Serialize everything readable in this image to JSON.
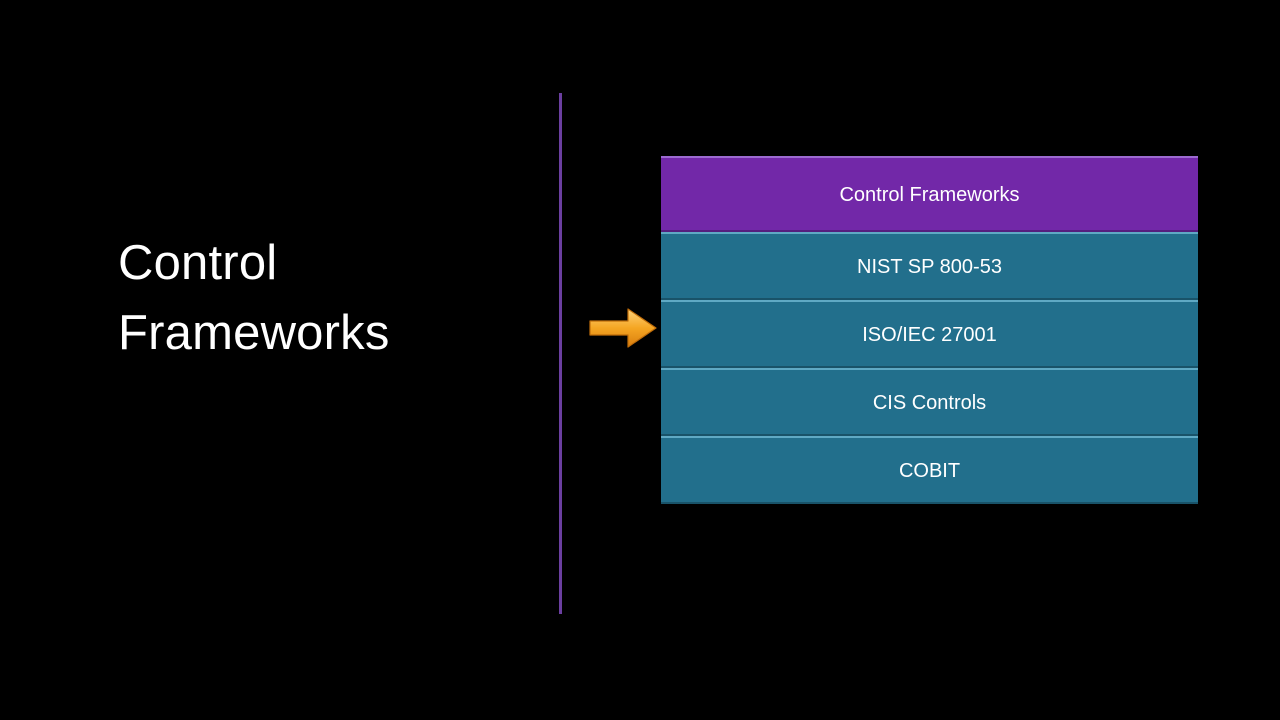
{
  "slide": {
    "title_line1": "Control",
    "title_line2": "Frameworks"
  },
  "diagram": {
    "header": "Control Frameworks",
    "items": [
      "NIST SP 800-53",
      "ISO/IEC 27001",
      "CIS Controls",
      "COBIT"
    ],
    "highlighted_item": "ISO/IEC 27001",
    "pointer_icon": "right-arrow-icon"
  },
  "colors": {
    "background": "#000000",
    "header": "#7228a8",
    "item": "#226f8c",
    "divider": "#6b3fa0",
    "arrow": "#f5a623"
  }
}
